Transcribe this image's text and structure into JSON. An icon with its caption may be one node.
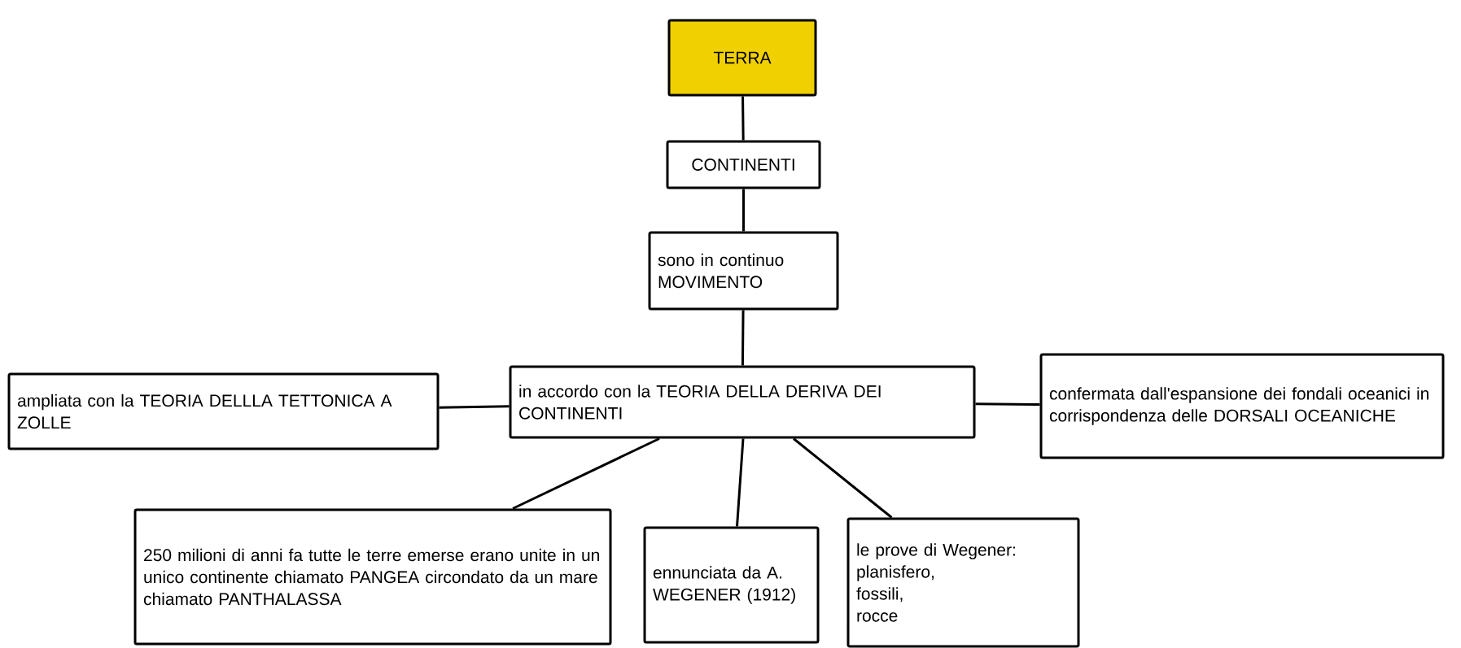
{
  "diagram": {
    "nodes": [
      {
        "text": [
          "TERRA"
        ]
      },
      {
        "text": [
          "CONTINENTI"
        ]
      },
      {
        "text": [
          "sono in continuo MOVIMENTO"
        ]
      },
      {
        "text": [
          "ampliata con la TEORIA DELLLA TETTONICA A ZOLLE"
        ]
      },
      {
        "text": [
          "in accordo con la TEORIA DELLA DERIVA DEI CONTINENTI"
        ]
      },
      {
        "text": [
          "confermata dall'espansione dei fondali oceanici in corrispondenza delle DORSALI OCEANICHE"
        ]
      },
      {
        "text": [
          "250 milioni di anni fa tutte le terre emerse erano unite in un unico continente chiamato PANGEA circondato da un mare chiamato PANTHALASSA"
        ]
      },
      {
        "text": [
          "ennunciata da A. WEGENER (1912)"
        ]
      },
      {
        "text": [
          "le prove di Wegener:",
          "planisfero,",
          "fossili,",
          "rocce"
        ]
      }
    ],
    "edges": [
      {
        "from": 0,
        "to": 1,
        "arrow": "none"
      },
      {
        "from": 1,
        "to": 2,
        "arrow": "none"
      },
      {
        "from": 2,
        "to": 4,
        "arrow": "none"
      },
      {
        "from": 4,
        "to": 3,
        "arrow": "none"
      },
      {
        "from": 4,
        "to": 5,
        "arrow": "none"
      },
      {
        "from": 4,
        "to": 6,
        "arrow": "none"
      },
      {
        "from": 4,
        "to": 7,
        "arrow": "none"
      },
      {
        "from": 4,
        "to": 8,
        "arrow": "none"
      }
    ]
  }
}
